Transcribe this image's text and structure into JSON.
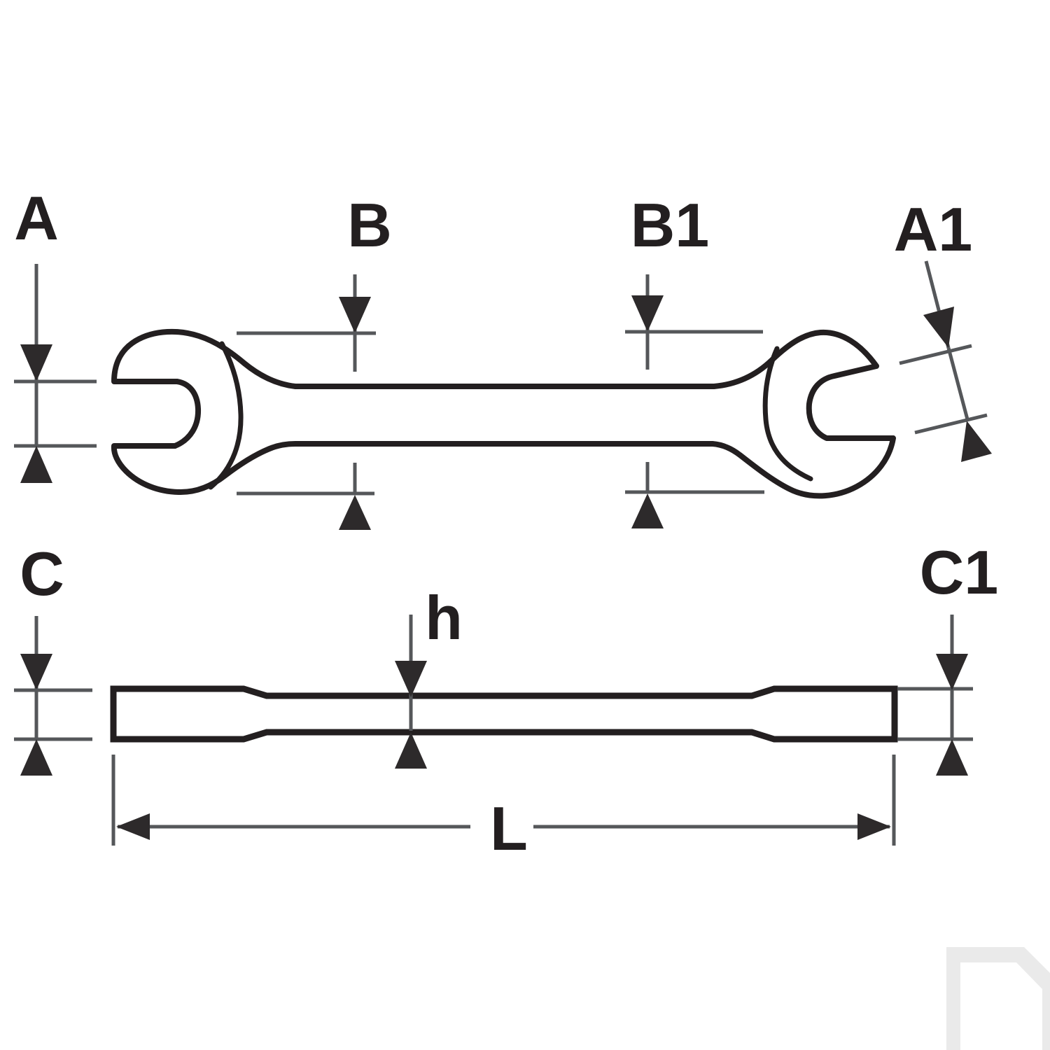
{
  "drawing": {
    "subject": "double open-end wrench dimensional line drawing, top view and side view",
    "views": [
      {
        "name": "top-view",
        "dimension_labels": [
          "A",
          "B",
          "B1",
          "A1"
        ]
      },
      {
        "name": "side-view",
        "dimension_labels": [
          "C",
          "h",
          "C1",
          "L"
        ]
      }
    ],
    "labels": {
      "A": "A",
      "B": "B",
      "B1": "B1",
      "A1": "A1",
      "C": "C",
      "C1": "C1",
      "h": "h",
      "L": "L"
    },
    "colors": {
      "outline": "#231f20",
      "dimension_lines": "#55575a",
      "arrowheads": "#2d2a2b",
      "label_text": "#231f20",
      "watermark": "#eaeaea",
      "background": "#ffffff"
    }
  }
}
